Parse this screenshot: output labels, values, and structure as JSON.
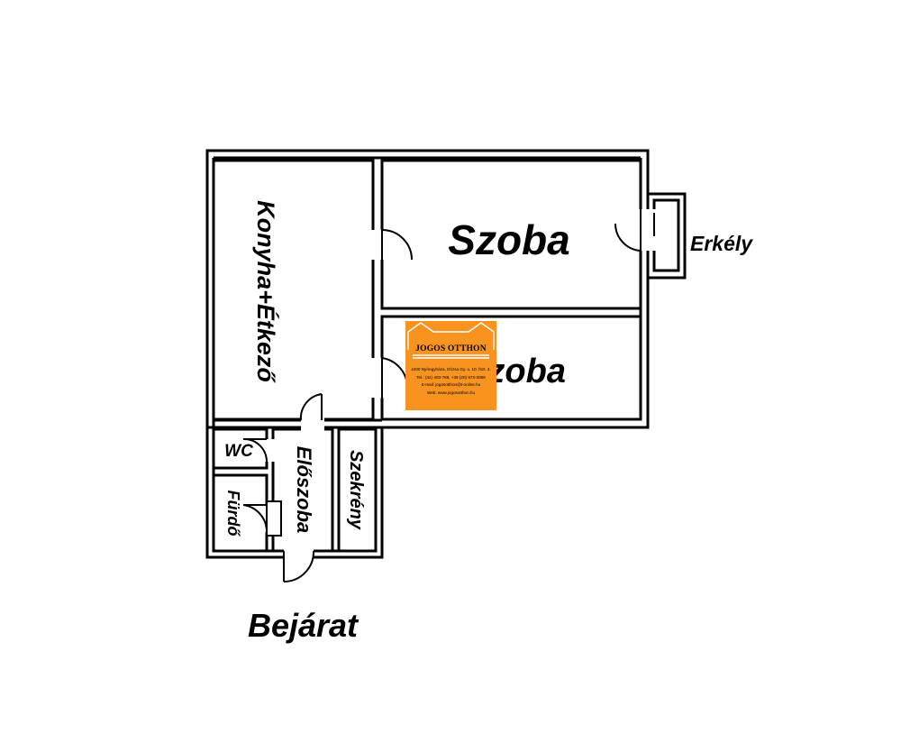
{
  "rooms": {
    "konyha": "Konyha+Étkező",
    "szoba1": "Szoba",
    "szoba2": "Szoba",
    "erkely": "Erkély",
    "wc": "WC",
    "furdo": "Fürdő",
    "eloszoba": "Előszoba",
    "szekreny": "Szekrény",
    "bejarat": "Bejárat"
  },
  "logo": {
    "title": "JOGOS OTTHON",
    "lines": [
      "4400 Nyíregyháza, Dózsa Gy. u. 10. fszt. 4.",
      "Tel.: (42) 403-789, +36 (20) 973-3069",
      "E-mail: jogosotthon@t-online.hu",
      "Web: www.jogosotthon.hu"
    ],
    "color": "#f7931e"
  },
  "colors": {
    "wall": "#000000",
    "background": "#ffffff"
  }
}
